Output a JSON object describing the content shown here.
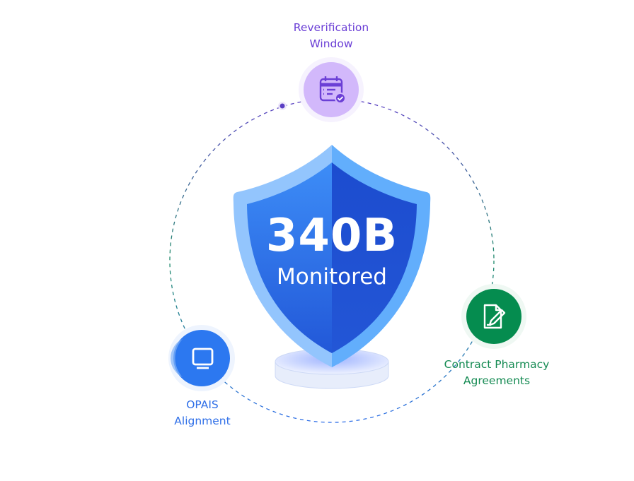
{
  "center": {
    "title": "340B",
    "subtitle": "Monitored"
  },
  "nodes": [
    {
      "label_line1": "Reverification",
      "label_line2": "Window",
      "icon": "calendar-check-icon",
      "color": "#d2b8fb"
    },
    {
      "label_line1": "Contract Pharmacy",
      "label_line2": "Agreements",
      "icon": "document-edit-icon",
      "color": "#058c4f"
    },
    {
      "label_line1": "OPAIS",
      "label_line2": "Alignment",
      "icon": "monitor-icon",
      "color": "#2c78f0"
    }
  ]
}
